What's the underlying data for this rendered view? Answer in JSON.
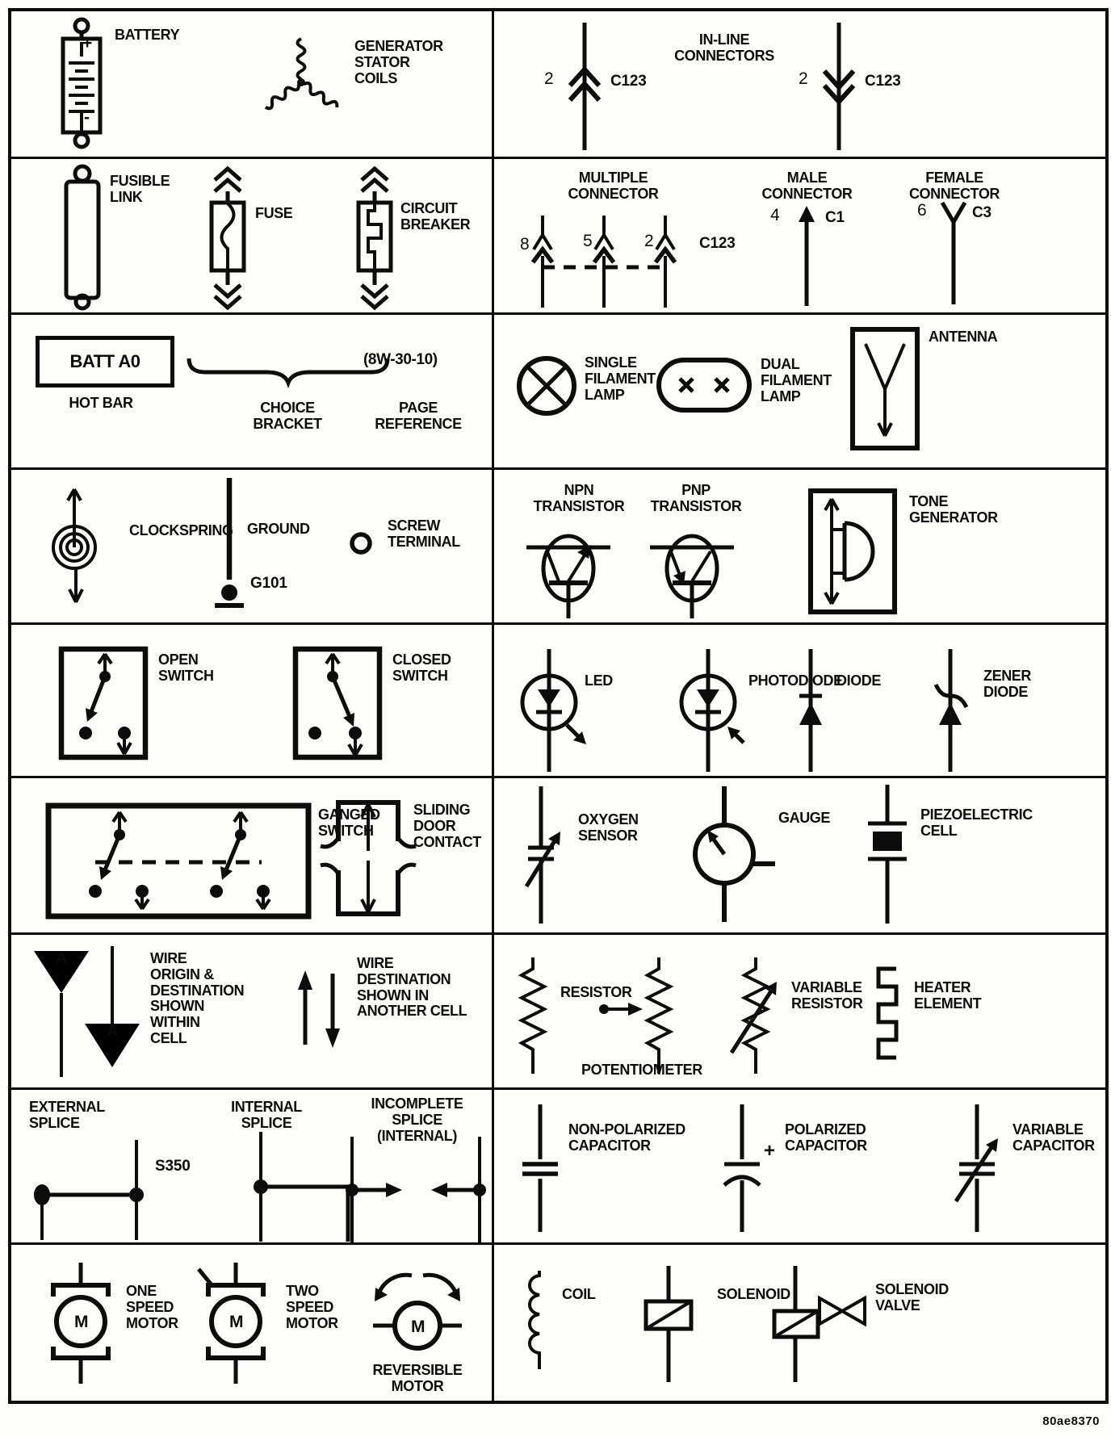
{
  "footer": {
    "figure_code": "80ae8370"
  },
  "cells": {
    "r1l": {
      "battery": "BATTERY",
      "battery_plus": "+",
      "battery_minus": "-",
      "generator": "GENERATOR\nSTATOR\nCOILS"
    },
    "r1r": {
      "title": "IN-LINE\nCONNECTORS",
      "up_num": "2",
      "up_code": "C123",
      "down_num": "2",
      "down_code": "C123"
    },
    "r2l": {
      "fusible": "FUSIBLE\nLINK",
      "fuse": "FUSE",
      "breaker": "CIRCUIT\nBREAKER"
    },
    "r2r": {
      "multi_title": "MULTIPLE\nCONNECTOR",
      "n1": "8",
      "n2": "5",
      "n3": "2",
      "multi_code": "C123",
      "male_title": "MALE\nCONNECTOR",
      "male_num": "4",
      "male_code": "C1",
      "female_title": "FEMALE\nCONNECTOR",
      "female_num": "6",
      "female_code": "C3"
    },
    "r3l": {
      "batt": "BATT A0",
      "hot_bar": "HOT BAR",
      "choice": "CHOICE\nBRACKET",
      "ref": "(8W-30-10)",
      "page_ref": "PAGE\nREFERENCE"
    },
    "r3r": {
      "single": "SINGLE\nFILAMENT\nLAMP",
      "dual": "DUAL\nFILAMENT\nLAMP",
      "antenna": "ANTENNA"
    },
    "r4l": {
      "clockspring": "CLOCKSPRING",
      "ground": "GROUND",
      "gcode": "G101",
      "screw": "SCREW\nTERMINAL"
    },
    "r4r": {
      "npn": "NPN\nTRANSISTOR",
      "pnp": "PNP\nTRANSISTOR",
      "tone": "TONE\nGENERATOR"
    },
    "r5l": {
      "open": "OPEN\nSWITCH",
      "closed": "CLOSED\nSWITCH"
    },
    "r5r": {
      "led": "LED",
      "photo": "PHOTODIODE",
      "diode": "DIODE",
      "zener": "ZENER\nDIODE"
    },
    "r6l": {
      "ganged": "GANGED\nSWITCH",
      "sliding": "SLIDING\nDOOR\nCONTACT"
    },
    "r6r": {
      "oxygen": "OXYGEN\nSENSOR",
      "gauge": "GAUGE",
      "piezo": "PIEZOELECTRIC\nCELL"
    },
    "r7l": {
      "origin": "WIRE\nORIGIN &\nDESTINATION\nSHOWN\nWITHIN\nCELL",
      "letter": "A",
      "dest": "WIRE\nDESTINATION\nSHOWN IN\nANOTHER CELL"
    },
    "r7r": {
      "resistor": "RESISTOR",
      "pot": "POTENTIOMETER",
      "varres": "VARIABLE\nRESISTOR",
      "heater": "HEATER\nELEMENT"
    },
    "r8l": {
      "external": "EXTERNAL\nSPLICE",
      "scode": "S350",
      "internal": "INTERNAL\nSPLICE",
      "incomplete": "INCOMPLETE\nSPLICE\n(INTERNAL)"
    },
    "r8r": {
      "nonpol": "NON-POLARIZED\nCAPACITOR",
      "pol": "POLARIZED\nCAPACITOR",
      "plus": "+",
      "varcap": "VARIABLE\nCAPACITOR"
    },
    "r9l": {
      "one": "ONE\nSPEED\nMOTOR",
      "two": "TWO\nSPEED\nMOTOR",
      "rev": "REVERSIBLE\nMOTOR",
      "m": "M"
    },
    "r9r": {
      "coil": "COIL",
      "solenoid": "SOLENOID",
      "valve": "SOLENOID\nVALVE"
    }
  }
}
